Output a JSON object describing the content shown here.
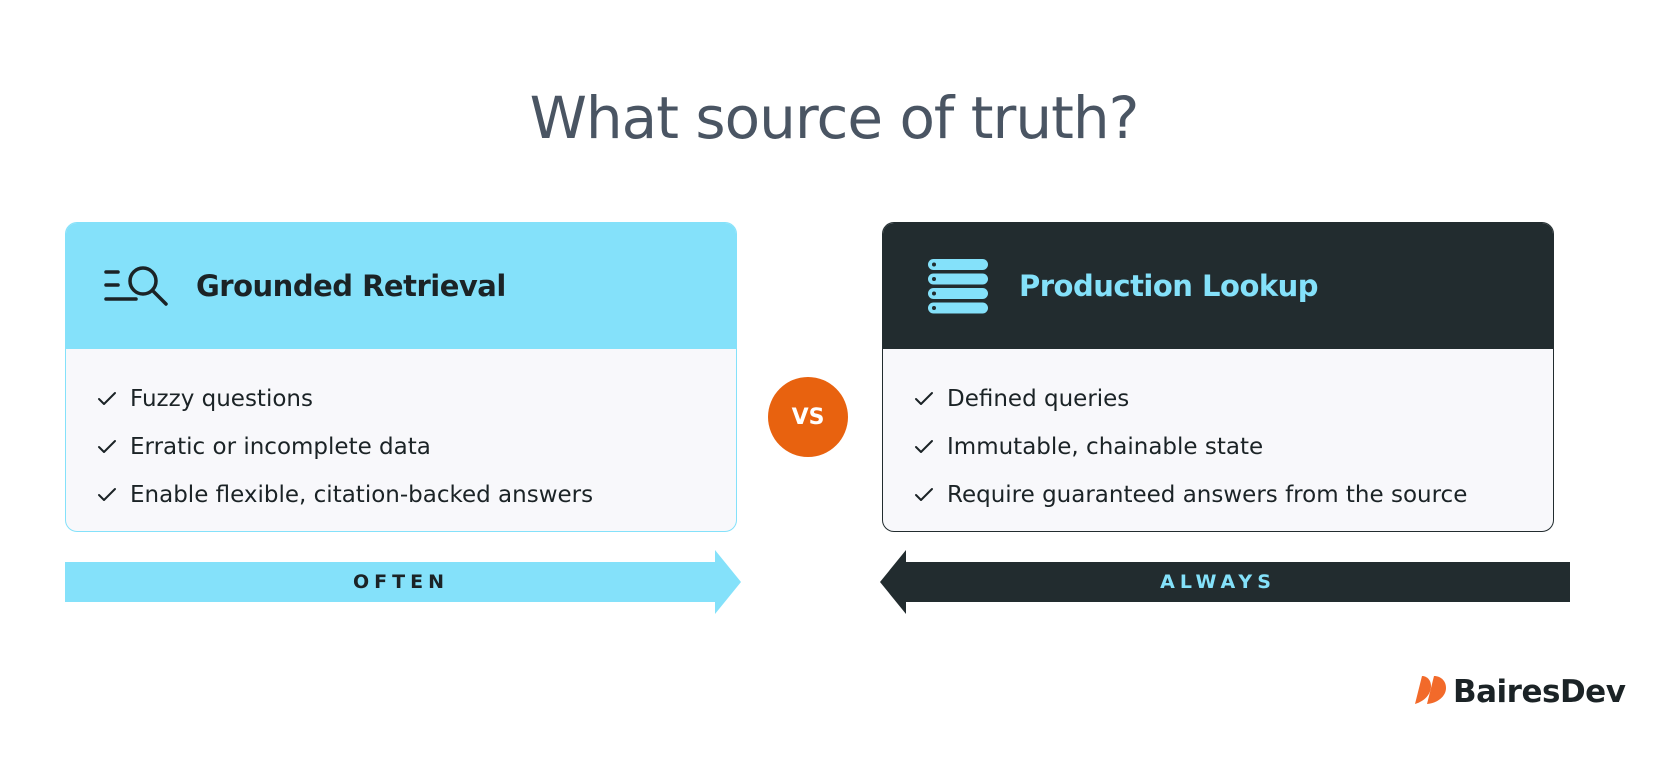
{
  "title": "What source of truth?",
  "left_card": {
    "title": "Grounded Retrieval",
    "icon": "search-list-icon",
    "items": [
      "Fuzzy questions",
      "Erratic or incomplete data",
      "Enable flexible, citation-backed answers"
    ],
    "arrow_label": "OFTEN",
    "arrow_direction": "right"
  },
  "right_card": {
    "title": "Production Lookup",
    "icon": "database-stack-icon",
    "items": [
      "Defined queries",
      "Immutable, chainable state",
      "Require guaranteed answers from the source"
    ],
    "arrow_label": "ALWAYS",
    "arrow_direction": "left"
  },
  "vs_label": "VS",
  "brand": {
    "name": "BairesDev",
    "icon": "bairesdev-logo-icon"
  },
  "colors": {
    "light_blue": "#84e1fa",
    "dark": "#222c2f",
    "orange": "#e8620f",
    "title_gray": "#4a5563",
    "card_body": "#f8f8fb"
  }
}
